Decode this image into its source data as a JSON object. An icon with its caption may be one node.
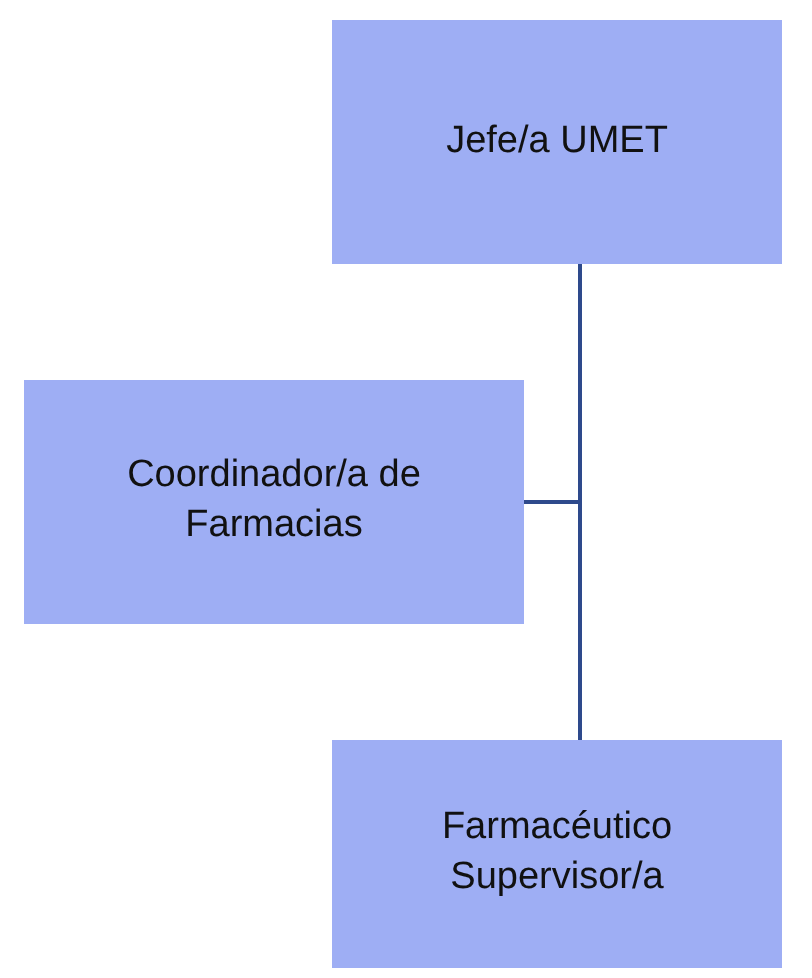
{
  "diagram": {
    "nodes": [
      {
        "text": [
          "Jefe/a UMET"
        ]
      },
      {
        "text": [
          "Coordinador/a de Farmacias"
        ]
      },
      {
        "text": [
          "Farmacéutico Supervisor/a"
        ]
      }
    ],
    "edges": [
      {
        "from": 0,
        "to": 2,
        "arrow": "none"
      },
      {
        "from": 0,
        "to": 1,
        "arrow": "none"
      }
    ]
  }
}
